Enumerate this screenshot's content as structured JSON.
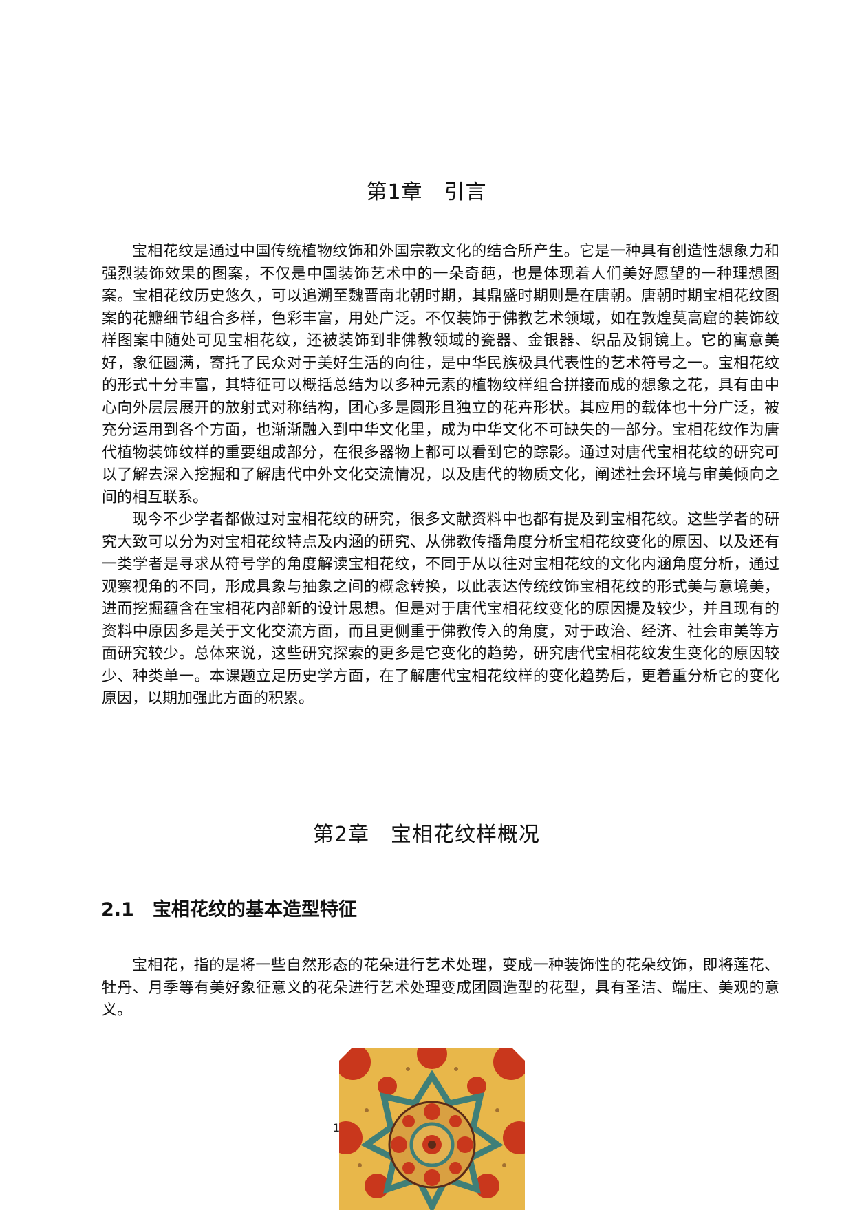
{
  "chapter1": {
    "title": "第1章　引言",
    "paragraphs": [
      "宝相花纹是通过中国传统植物纹饰和外国宗教文化的结合所产生。它是一种具有创造性想象力和强烈装饰效果的图案，不仅是中国装饰艺术中的一朵奇葩，也是体现着人们美好愿望的一种理想图案。宝相花纹历史悠久，可以追溯至魏晋南北朝时期，其鼎盛时期则是在唐朝。唐朝时期宝相花纹图案的花瓣细节组合多样，色彩丰富，用处广泛。不仅装饰于佛教艺术领域，如在敦煌莫高窟的装饰纹样图案中随处可见宝相花纹，还被装饰到非佛教领域的瓷器、金银器、织品及铜镜上。它的寓意美好，象征圆满，寄托了民众对于美好生活的向往，是中华民族极具代表性的艺术符号之一。宝相花纹的形式十分丰富，其特征可以概括总结为以多种元素的植物纹样组合拼接而成的想象之花，具有由中心向外层层展开的放射式对称结构，团心多是圆形且独立的花卉形状。其应用的载体也十分广泛，被充分运用到各个方面，也渐渐融入到中华文化里，成为中华文化不可缺失的一部分。宝相花纹作为唐代植物装饰纹样的重要组成部分，在很多器物上都可以看到它的踪影。通过对唐代宝相花纹的研究可以了解去深入挖掘和了解唐代中外文化交流情况，以及唐代的物质文化，阐述社会环境与审美倾向之间的相互联系。",
      "现今不少学者都做过对宝相花纹的研究，很多文献资料中也都有提及到宝相花纹。这些学者的研究大致可以分为对宝相花纹特点及内涵的研究、从佛教传播角度分析宝相花纹变化的原因、以及还有一类学者是寻求从符号学的角度解读宝相花纹，不同于从以往对宝相花纹的文化内涵角度分析，通过观察视角的不同，形成具象与抽象之间的概念转换，以此表达传统纹饰宝相花纹的形式美与意境美，进而挖掘蕴含在宝相花内部新的设计思想。但是对于唐代宝相花纹变化的原因提及较少，并且现有的资料中原因多是关于文化交流方面，而且更侧重于佛教传入的角度，对于政治、经济、社会审美等方面研究较少。总体来说，这些研究探索的更多是它变化的趋势，研究唐代宝相花纹发生变化的原因较少、种类单一。本课题立足历史学方面，在了解唐代宝相花纹样的变化趋势后，更着重分析它的变化原因，以期加强此方面的积累。"
    ]
  },
  "chapter2": {
    "title": "第2章　宝相花纹样概况",
    "section": {
      "title": "2.1　宝相花纹的基本造型特征",
      "paragraphs": [
        "宝相花，指的是将一些自然形态的花朵进行艺术处理，变成一种装饰性的花朵纹饰，即将莲花、牡丹、月季等有美好象征意义的花朵进行艺术处理变成团圆造型的花型，具有圣洁、端庄、美观的意义。"
      ]
    }
  },
  "figure": {
    "icon": "baoxianghua-pattern-image",
    "colors": {
      "background": "#e8b74a",
      "red": "#c9371c",
      "teal": "#3f7f78",
      "dark": "#5a2a18"
    }
  },
  "page_number": "1"
}
